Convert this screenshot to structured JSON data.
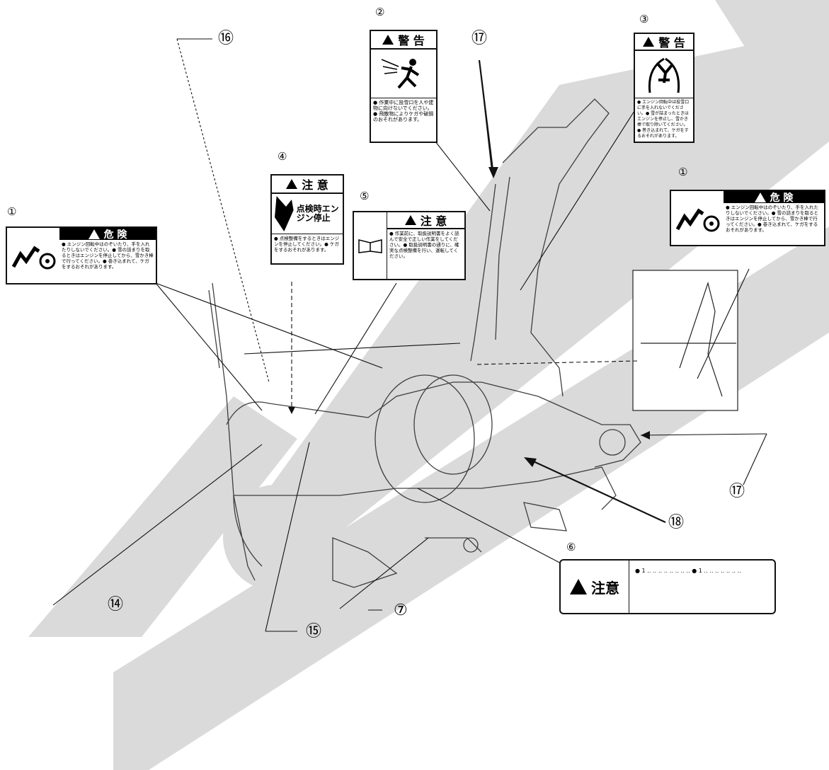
{
  "callouts": {
    "c1_left": "①",
    "c1_right": "①",
    "c2": "②",
    "c3": "③",
    "c4": "④",
    "c5": "⑤",
    "c6": "⑥",
    "c7": "⑦",
    "c14": "⑭",
    "c15": "⑮",
    "c16": "⑯",
    "c17_top": "⑰",
    "c17_right": "⑰",
    "c18": "⑱"
  },
  "labels": {
    "danger": {
      "title": "危 険",
      "text": "● エンジン回転中はのぞいたり、手を入れたりしないでください。● 雪の詰まりを取るときはエンジンを停止してから、雪かき棒で行ってください。● 巻き込まれて、ケガをするおそれがあります。"
    },
    "warning_discharge": {
      "title": "警 告",
      "text": "● 作業中に投雪口を人や建物に向けないでください。● 飛散物によりケガや破損のおそれがあります。"
    },
    "warning_chute": {
      "title": "警 告",
      "text": "● エンジン回転中は投雪口に手を入れないでください。● 雪が詰まったときはエンジンを停止し、雪かき棒で取り除いてください。● 巻き込まれて、ケガをするおそれがあります。"
    },
    "caution_inspect": {
      "title": "注 意",
      "side_text": "点検時エンジン停止",
      "text": "● 点検整備をするときはエンジンを停止してください。● ケガをするおそれがあります。"
    },
    "caution_manual": {
      "title": "注 意",
      "text": "● 作業前に、取扱説明書をよく読んで安全で正しい作業をしてください。● 取扱説明書の通りに、確実な点検整備を行い、運転してください。"
    },
    "caution_6": {
      "title": "注意",
      "text": "● 1 ‥ ‥ ‥ ‥ ‥ ‥ ‥ ‥ ● 1 ‥ ‥ ‥ ‥ ‥ ‥ ‥"
    }
  },
  "colors": {
    "ink": "#000000",
    "stripe": "#d2d2d2",
    "paper": "#ffffff"
  }
}
